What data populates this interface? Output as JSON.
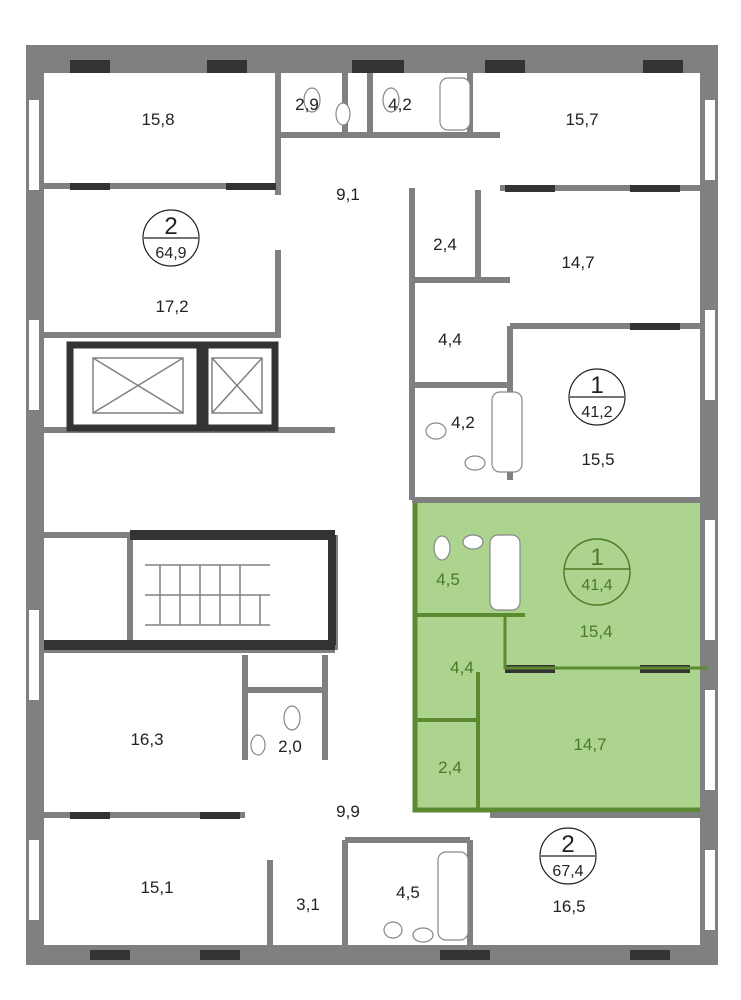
{
  "colors": {
    "wall": "#808080",
    "window": "#333333",
    "highlight": "#acd48e",
    "highlight_wall": "#5c8a30",
    "highlight_text": "#4a7a22"
  },
  "apartments": [
    {
      "rooms": "2",
      "area": "64,9"
    },
    {
      "rooms": "1",
      "area": "41,2"
    },
    {
      "rooms": "1",
      "area": "41,4",
      "highlighted": true
    },
    {
      "rooms": "2",
      "area": "67,4"
    }
  ],
  "rooms": {
    "r158": "15,8",
    "r29": "2,9",
    "r42a": "4,2",
    "r157": "15,7",
    "r91": "9,1",
    "r172": "17,2",
    "r24a": "2,4",
    "r147a": "14,7",
    "r44a": "4,4",
    "r42b": "4,2",
    "r155": "15,5",
    "r45a": "4,5",
    "r154": "15,4",
    "r44b": "4,4",
    "r24b": "2,4",
    "r147b": "14,7",
    "r163": "16,3",
    "r20": "2,0",
    "r99": "9,9",
    "r151": "15,1",
    "r31": "3,1",
    "r45b": "4,5",
    "r165": "16,5"
  }
}
